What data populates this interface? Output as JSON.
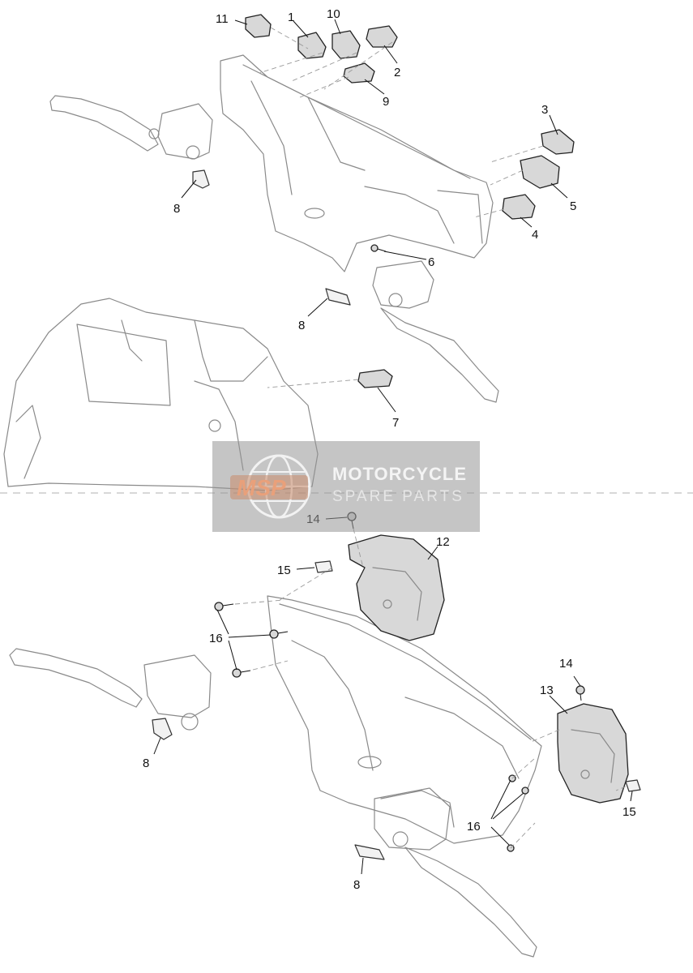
{
  "callouts": {
    "c1": "1",
    "c2": "2",
    "c3": "3",
    "c4": "4",
    "c5": "5",
    "c6": "6",
    "c7": "7",
    "c8a": "8",
    "c8b": "8",
    "c8c": "8",
    "c8d": "8",
    "c9": "9",
    "c10": "10",
    "c11": "11",
    "c12": "12",
    "c13": "13",
    "c14a": "14",
    "c14b": "14",
    "c15a": "15",
    "c15b": "15",
    "c16a": "16",
    "c16b": "16"
  },
  "watermark": {
    "logo_text": "MSP",
    "brand": "MOTORCYCLE",
    "tagline": "SPARE PARTS"
  },
  "colors": {
    "watermark_bg": "#969696",
    "logo_accent": "#e9a07a"
  }
}
